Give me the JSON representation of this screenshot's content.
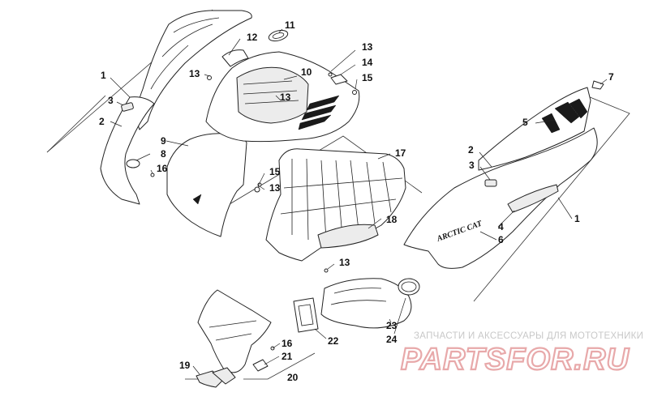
{
  "brand_decal": "ARCTIC CAT",
  "watermark": {
    "caption": "ЗАПЧАСТИ И АКСЕССУАРЫ ДЛЯ МОТОТЕХНИКИ",
    "logo": "PARTSFOR.RU"
  },
  "callouts": [
    {
      "id": "c1a",
      "label": "1"
    },
    {
      "id": "c3a",
      "label": "3"
    },
    {
      "id": "c2a",
      "label": "2"
    },
    {
      "id": "c9",
      "label": "9"
    },
    {
      "id": "c8",
      "label": "8"
    },
    {
      "id": "c16a",
      "label": "16"
    },
    {
      "id": "c12",
      "label": "12"
    },
    {
      "id": "c11",
      "label": "11"
    },
    {
      "id": "c13a",
      "label": "13"
    },
    {
      "id": "c10",
      "label": "10"
    },
    {
      "id": "c13b",
      "label": "13"
    },
    {
      "id": "c13c",
      "label": "13"
    },
    {
      "id": "c14",
      "label": "14"
    },
    {
      "id": "c15a",
      "label": "15"
    },
    {
      "id": "c17",
      "label": "17"
    },
    {
      "id": "c15b",
      "label": "15"
    },
    {
      "id": "c13d",
      "label": "13"
    },
    {
      "id": "c18",
      "label": "18"
    },
    {
      "id": "c13e",
      "label": "13"
    },
    {
      "id": "c7",
      "label": "7"
    },
    {
      "id": "c5",
      "label": "5"
    },
    {
      "id": "c2b",
      "label": "2"
    },
    {
      "id": "c3b",
      "label": "3"
    },
    {
      "id": "c4",
      "label": "4"
    },
    {
      "id": "c6",
      "label": "6"
    },
    {
      "id": "c1b",
      "label": "1"
    },
    {
      "id": "c23",
      "label": "23"
    },
    {
      "id": "c24",
      "label": "24"
    },
    {
      "id": "c22",
      "label": "22"
    },
    {
      "id": "c16b",
      "label": "16"
    },
    {
      "id": "c21",
      "label": "21"
    },
    {
      "id": "c19",
      "label": "19"
    },
    {
      "id": "c20",
      "label": "20"
    }
  ]
}
